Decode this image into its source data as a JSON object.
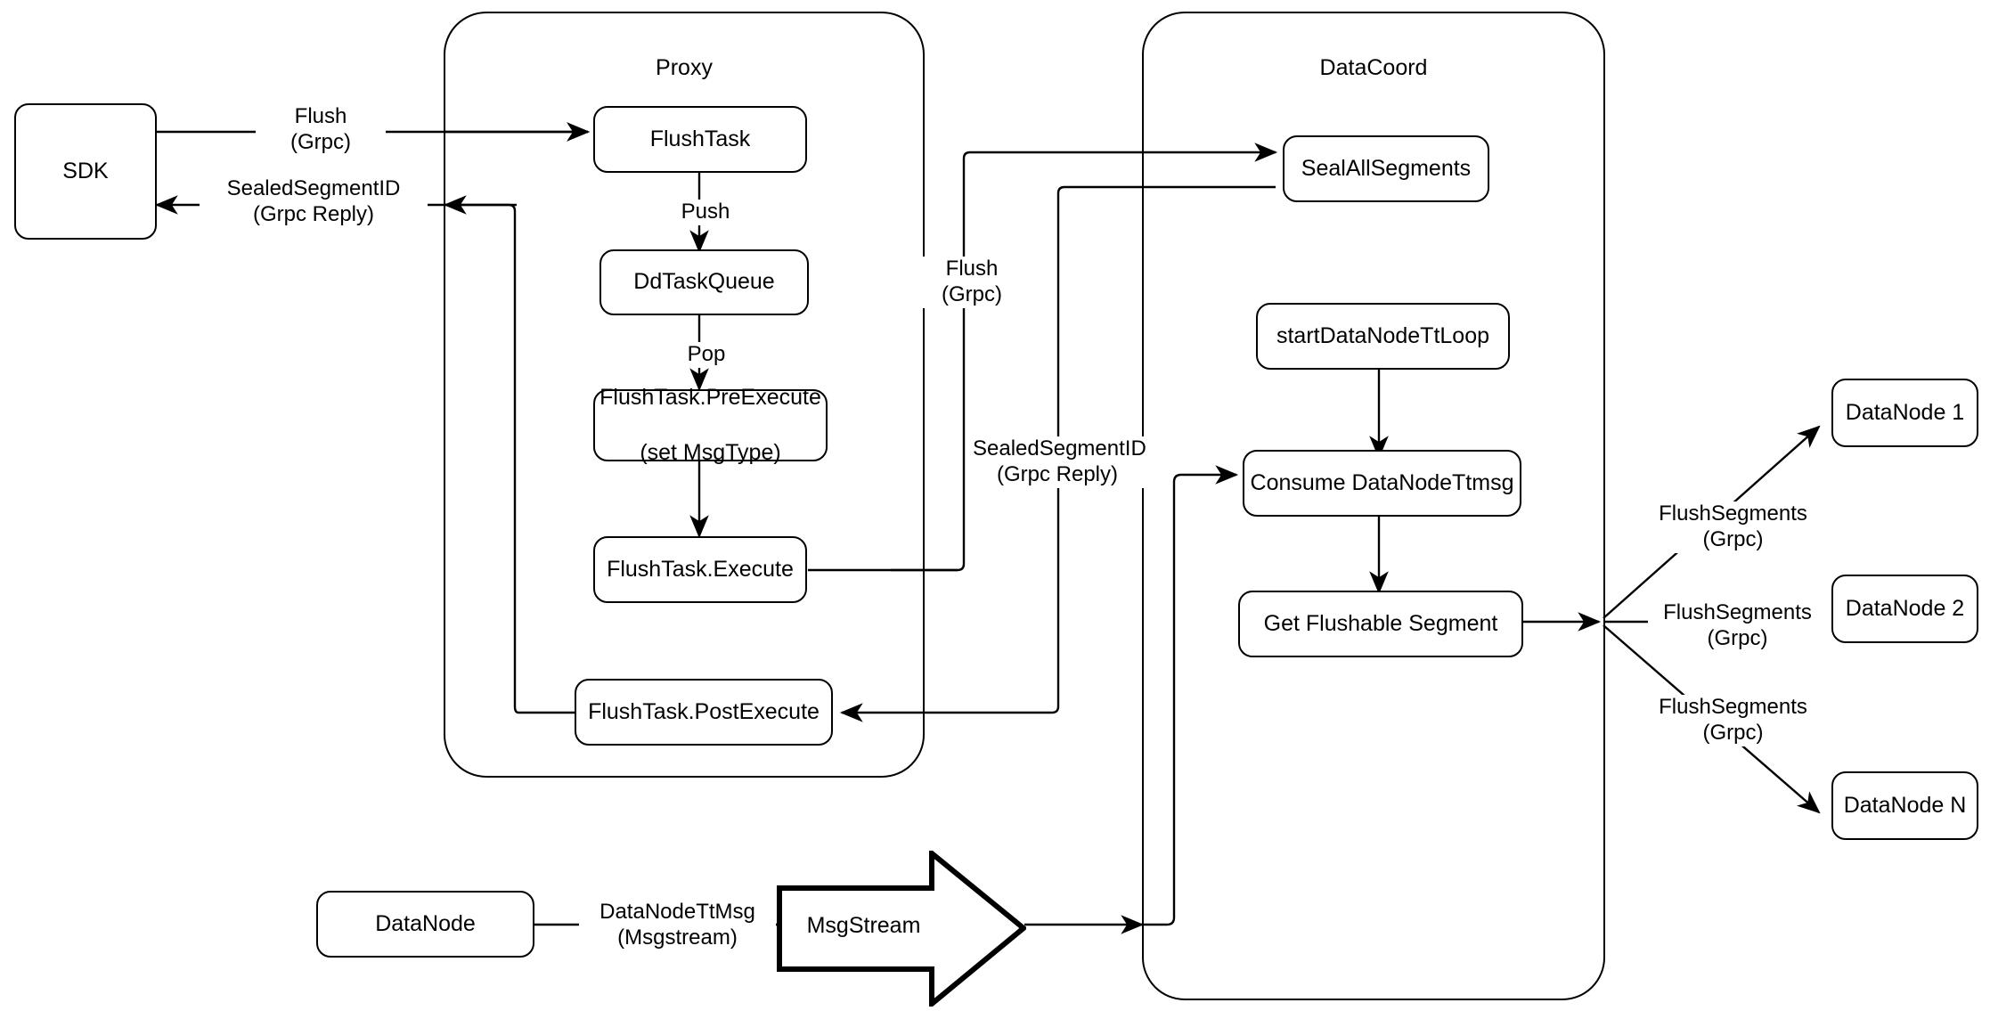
{
  "diagram": {
    "title": "Milvus Flush Flow",
    "type": "flow-diagram",
    "stroke_color": "#000000",
    "background_color": "#ffffff"
  },
  "containers": [
    {
      "id": "proxy",
      "label": "Proxy"
    },
    {
      "id": "datacoord",
      "label": "DataCoord"
    }
  ],
  "nodes": {
    "sdk": "SDK",
    "flush_task": "FlushTask",
    "dd_task_queue": "DdTaskQueue",
    "flush_task_preexecute_line1": "FlushTask.PreExecute",
    "flush_task_preexecute_line2": "(set MsgType)",
    "flush_task_execute": "FlushTask.Execute",
    "flush_task_postexecute": "FlushTask.PostExecute",
    "seal_all_segments": "SealAllSegments",
    "start_datanode_tt_loop": "startDataNodeTtLoop",
    "consume_datanode_ttmsg": "Consume DataNodeTtmsg",
    "get_flushable_segment": "Get Flushable Segment",
    "datanode_1": "DataNode 1",
    "datanode_2": "DataNode 2",
    "datanode_n": "DataNode N",
    "datanode_bottom": "DataNode",
    "msgstream": "MsgStream"
  },
  "edge_labels": {
    "sdk_to_proxy_line1": "Flush",
    "sdk_to_proxy_line2": "(Grpc)",
    "proxy_to_sdk_line1": "SealedSegmentID",
    "proxy_to_sdk_line2": "(Grpc Reply)",
    "flushtask_to_queue": "Push",
    "queue_to_preexecute": "Pop",
    "proxy_to_datacoord_line1": "Flush",
    "proxy_to_datacoord_line2": "(Grpc)",
    "datacoord_to_proxy_line1": "SealedSegmentID",
    "datacoord_to_proxy_line2": "(Grpc Reply)",
    "datanode_to_msgstream_line1": "DataNodeTtMsg",
    "datanode_to_msgstream_line2": "(Msgstream)",
    "flush_segments_1_line1": "FlushSegments",
    "flush_segments_1_line2": "(Grpc)",
    "flush_segments_2_line1": "FlushSegments",
    "flush_segments_2_line2": "(Grpc)",
    "flush_segments_n_line1": "FlushSegments",
    "flush_segments_n_line2": "(Grpc)"
  }
}
